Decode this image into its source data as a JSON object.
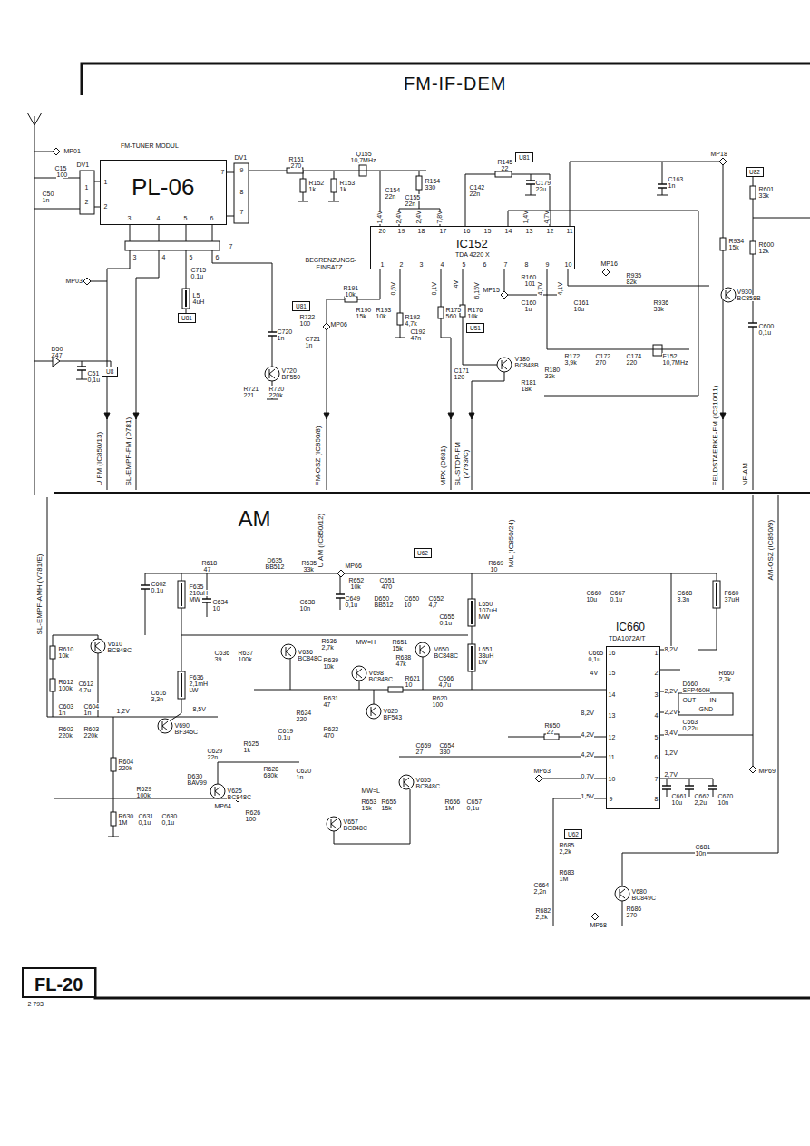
{
  "diagram": {
    "title": "FM-IF-DEM",
    "nodes": [
      {
        "text": [
          "FM-TUNER MODUL",
          "PL-06"
        ]
      },
      {
        "text": [
          "IC152",
          "TDA 4220 X"
        ]
      },
      {
        "text": [
          "IC660",
          "TDA1072A/T"
        ]
      },
      {
        "text": [
          "U81"
        ]
      },
      {
        "text": [
          "U82"
        ]
      },
      {
        "text": [
          "U81"
        ]
      },
      {
        "text": [
          "U81"
        ]
      },
      {
        "text": [
          "U51"
        ]
      },
      {
        "text": [
          "U8"
        ]
      },
      {
        "text": [
          "U62"
        ]
      },
      {
        "text": [
          "U62"
        ]
      },
      {
        "text": [
          "FL-20"
        ]
      }
    ],
    "labels": [
      "MP01",
      "C15",
      "100",
      "C50",
      "1n",
      "DV1",
      "1",
      "2",
      "DV1",
      "9",
      "8",
      "7",
      "R151",
      "270",
      "Q155",
      "10,7MHz",
      "R152",
      "1k",
      "R153",
      "1k",
      "R154",
      "330",
      "C154",
      "22n",
      "C155",
      "22n",
      "C142",
      "22n",
      "R145",
      "22",
      "C179",
      "22u",
      "C163",
      "1n",
      "MP18",
      "R934",
      "15k",
      "V930",
      "BC858B",
      "R601",
      "33k",
      "R600",
      "12k",
      "C600",
      "0,1u",
      "20",
      "19",
      "18",
      "17",
      "16",
      "15",
      "14",
      "13",
      "12",
      "11",
      "1,4V",
      "2,4V",
      "2,4V",
      "7,8V",
      "1,4V",
      "4,7V",
      "1",
      "2",
      "3",
      "4",
      "5",
      "6",
      "7",
      "8",
      "9",
      "10",
      "0,5V",
      "0,1V",
      "4V",
      "6,15V",
      "4,7V",
      "4,1V",
      "BEGRENZUNGS-",
      "EINSATZ",
      "R191",
      "10k",
      "R190",
      "15k",
      "R193",
      "10k",
      "R192",
      "4,7k",
      "C192",
      "47n",
      "R175",
      "560",
      "R176",
      "10k",
      "C171",
      "120",
      "MP16",
      "MP15",
      "R160",
      "101",
      "C160",
      "1u",
      "C161",
      "10u",
      "R935",
      "82k",
      "R936",
      "33k",
      "R172",
      "3,9k",
      "C172",
      "270",
      "C174",
      "220",
      "F152",
      "10,7MHz",
      "V180",
      "BC848B",
      "R180",
      "33k",
      "R181",
      "18k",
      "R722",
      "100",
      "MP06",
      "C721",
      "1n",
      "C720",
      "1n",
      "V720",
      "BF550",
      "R721",
      "221",
      "R720",
      "220k",
      "L5",
      "4uH",
      "MP03",
      "C715",
      "0,1u",
      "D50",
      "Z47",
      "C51",
      "0,1u",
      "3",
      "4",
      "5",
      "6",
      "7",
      "1",
      "2",
      "3",
      "4",
      "5",
      "6",
      "7",
      "U FM (IC850/13)",
      "SL-EMPF-FM (D781)",
      "FM-OSZ (IC850/8)",
      "MPX (D681)",
      "SL-STOP-FM",
      "(V793/C)",
      "FELDSTAERKE-FM (IC310/11)",
      "NF-AM",
      "SL-EMPF-AMH (V781/E)",
      "U AM (IC850/12)",
      "M/L (IC850/24)",
      "AM-OSZ (IC850/9)",
      "AM",
      "R618",
      "47",
      "D635",
      "BB512",
      "R635",
      "33k",
      "MP66",
      "R652",
      "10k",
      "C651",
      "470",
      "C649",
      "0,1u",
      "D650",
      "BB512",
      "C650",
      "10",
      "C652",
      "4,7",
      "R669",
      "10",
      "C602",
      "0,1u",
      "F635",
      "210uH",
      "MW",
      "C634",
      "10",
      "C638",
      "10n",
      "L650",
      "107uH",
      "MW",
      "C655",
      "0,1u",
      "L651",
      "38uH",
      "LW",
      "R651",
      "15k",
      "V650",
      "BC848C",
      "R636",
      "2,7k",
      "MW=H",
      "R638",
      "47k",
      "V636",
      "BC848C",
      "V698",
      "BC848C",
      "R639",
      "10k",
      "C636",
      "39",
      "R637",
      "100k",
      "F636",
      "2,1mH",
      "LW",
      "C616",
      "3,3n",
      "V690",
      "BF345C",
      "8,5V",
      "V610",
      "BC848C",
      "R610",
      "10k",
      "R612",
      "100k",
      "C612",
      "4,7u",
      "C603",
      "1n",
      "C604",
      "1n",
      "1,2V",
      "R602",
      "220k",
      "R603",
      "220k",
      "R621",
      "10",
      "C666",
      "4,7u",
      "R620",
      "100",
      "V620",
      "BF543",
      "R631",
      "47",
      "R624",
      "220",
      "R622",
      "470",
      "C619",
      "0,1u",
      "R625",
      "1k",
      "C629",
      "22n",
      "R628",
      "680k",
      "V625",
      "BC848C",
      "R626",
      "100",
      "D630",
      "BAV99",
      "MP64",
      "R604",
      "220k",
      "R629",
      "100k",
      "R630",
      "1M",
      "C631",
      "0,1u",
      "C630",
      "0,1u",
      "C620",
      "1n",
      "C659",
      "27",
      "C654",
      "330",
      "MW=L",
      "V657",
      "BC848C",
      "R653",
      "15k",
      "R655",
      "15k",
      "V655",
      "BC848C",
      "R656",
      "1M",
      "C657",
      "0,1u",
      "R650",
      "22",
      "C660",
      "10u",
      "C667",
      "0,1u",
      "C668",
      "3,3n",
      "F660",
      "37uH",
      "R660",
      "2,7k",
      "D660",
      "SFP460H",
      "OUT",
      "IN",
      "GND",
      "C663",
      "0,22u",
      "C665",
      "0,1u",
      "MP69",
      "MP63",
      "C661",
      "10u",
      "C662",
      "2,2u",
      "C670",
      "10n",
      "R685",
      "2,2k",
      "R683",
      "1M",
      "C681",
      "10n",
      "C664",
      "2,2n",
      "R682",
      "2,2k",
      "MP68",
      "V680",
      "BC849C",
      "R686",
      "270",
      "16",
      "15",
      "14",
      "13",
      "12",
      "11",
      "10",
      "9",
      "1",
      "2",
      "3",
      "4",
      "5",
      "6",
      "7",
      "8",
      "4V",
      "8,2V",
      "4,2V",
      "4,2V",
      "0,7V",
      "1,5V",
      "8,2V",
      "2,2V",
      "2,2V",
      "3,4V",
      "1,2V",
      "2,7V",
      "2 793"
    ]
  }
}
